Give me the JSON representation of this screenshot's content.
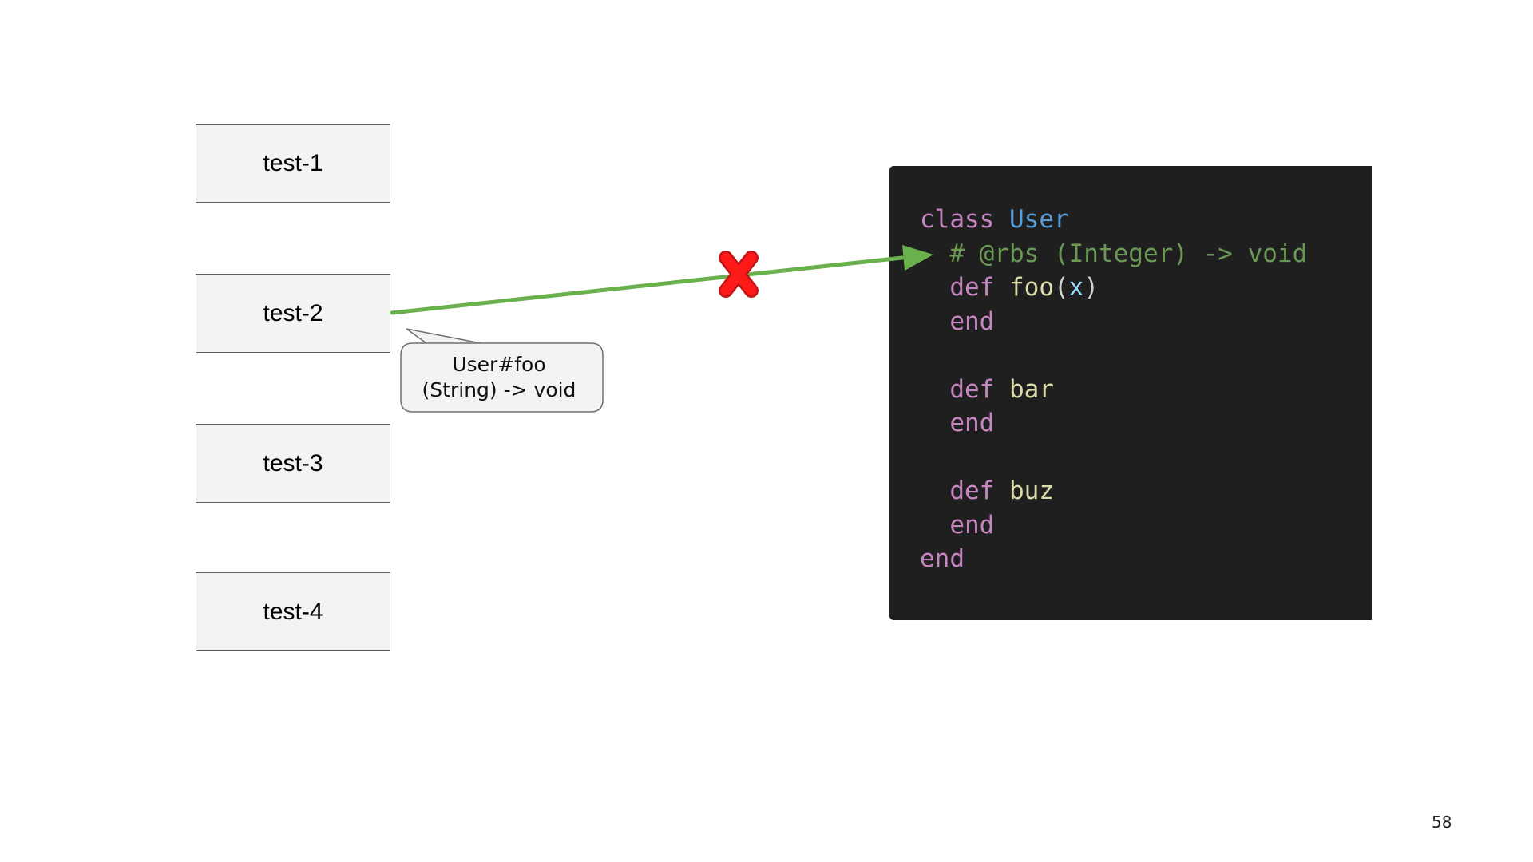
{
  "boxes": [
    {
      "label": "test-1"
    },
    {
      "label": "test-2"
    },
    {
      "label": "test-3"
    },
    {
      "label": "test-4"
    }
  ],
  "callout": {
    "line1": "User#foo",
    "line2": "(String) -> void"
  },
  "code": {
    "class_keyword": "class",
    "class_name": "User",
    "comment": "# @rbs (Integer) -> void",
    "def_keyword": "def",
    "end_keyword": "end",
    "method_foo": "foo",
    "param_x": "x",
    "method_bar": "bar",
    "method_buz": "buz"
  },
  "colors": {
    "arrow": "#6ab04c",
    "cross": "#ff1a1a",
    "code_background": "#1f1f1f",
    "keyword": "#c586c0",
    "class_name": "#569cd6",
    "method_name": "#dcdcaa",
    "comment": "#6a9955"
  },
  "icons": {
    "cross": "red-x-cross-icon",
    "arrowhead": "arrowhead-icon"
  },
  "page_number": "58"
}
